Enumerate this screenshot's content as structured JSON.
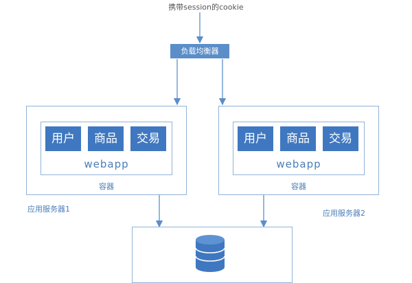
{
  "top_label": "携带session的cookie",
  "load_balancer": "负载均衡器",
  "servers": [
    {
      "modules": [
        "用户",
        "商品",
        "交易"
      ],
      "webapp": "webapp",
      "container": "容器",
      "label": "应用服务器1"
    },
    {
      "modules": [
        "用户",
        "商品",
        "交易"
      ],
      "webapp": "webapp",
      "container": "容器",
      "label": "应用服务器2"
    }
  ],
  "colors": {
    "accent": "#3f78c0",
    "line": "#5b8ec9",
    "border": "#8fb2d8"
  }
}
